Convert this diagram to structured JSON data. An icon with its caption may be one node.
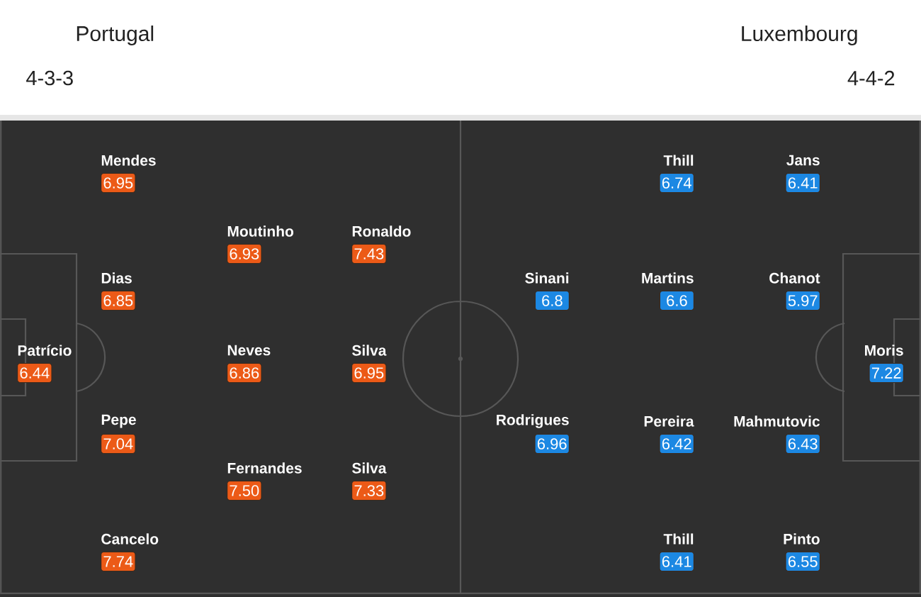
{
  "diagram": {
    "nodes": [
      {
        "text": [
          "Patrício",
          "6.44"
        ]
      },
      {
        "text": [
          "Mendes",
          "6.95"
        ]
      },
      {
        "text": [
          "Dias",
          "6.85"
        ]
      },
      {
        "text": [
          "Pepe",
          "7.04"
        ]
      },
      {
        "text": [
          "Cancelo",
          "7.74"
        ]
      },
      {
        "text": [
          "Moutinho",
          "6.93"
        ]
      },
      {
        "text": [
          "Neves",
          "6.86"
        ]
      },
      {
        "text": [
          "Fernandes",
          "7.50"
        ]
      },
      {
        "text": [
          "Ronaldo",
          "7.43"
        ]
      },
      {
        "text": [
          "Silva",
          "6.95"
        ]
      },
      {
        "text": [
          "Silva",
          "7.33"
        ]
      },
      {
        "text": [
          "Moris",
          "7.22"
        ]
      },
      {
        "text": [
          "Jans",
          "6.41"
        ]
      },
      {
        "text": [
          "Chanot",
          "5.97"
        ]
      },
      {
        "text": [
          "Mahmutovic",
          "6.43"
        ]
      },
      {
        "text": [
          "Pinto",
          "6.55"
        ]
      },
      {
        "text": [
          "Thill",
          "6.74"
        ]
      },
      {
        "text": [
          "Martins",
          "6.6"
        ]
      },
      {
        "text": [
          "Pereira",
          "6.42"
        ]
      },
      {
        "text": [
          "Thill",
          "6.41"
        ]
      },
      {
        "text": [
          "Sinani",
          "6.8"
        ]
      },
      {
        "text": [
          "Rodrigues",
          "6.96"
        ]
      }
    ],
    "labels": [
      "Portugal",
      "4-3-3",
      "Luxembourg",
      "4-4-2"
    ]
  }
}
